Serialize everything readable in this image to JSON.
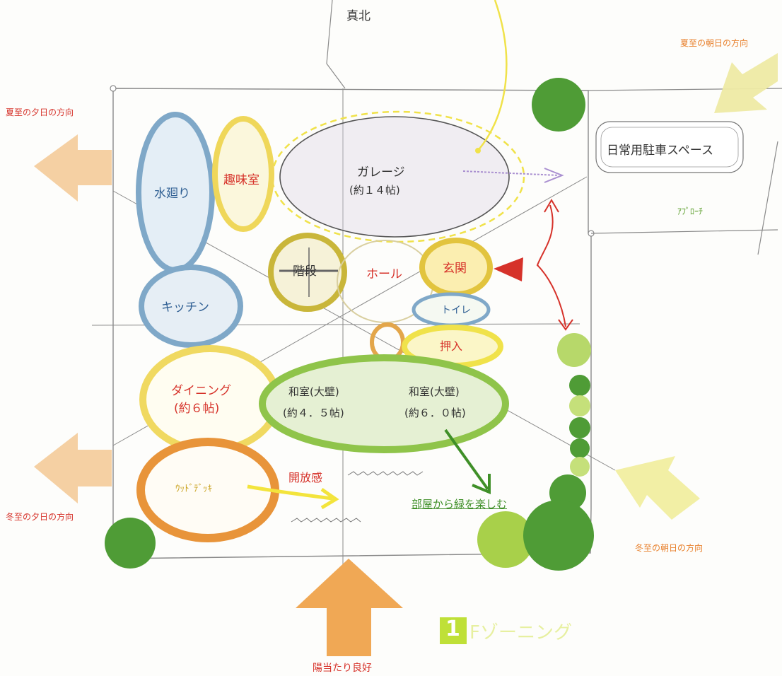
{
  "colors": {
    "blue": "#7fa8c8",
    "yellow": "#f0e24a",
    "olive": "#c9b63a",
    "green": "#8fc44a",
    "dark_green": "#3f8f28",
    "orange": "#e8943a",
    "arrow_orange": "#f3b66a",
    "arrow_yellow": "#f1eea0",
    "red": "#d6322a",
    "line": "#8a8a8a"
  },
  "north": "真北",
  "sun": {
    "summer_sunset": "夏至の夕日の方向",
    "summer_sunrise": "夏至の朝日の方向",
    "winter_sunset": "冬至の夕日の方向",
    "winter_sunrise": "冬至の朝日の方向",
    "sunlight": "陽当たり良好"
  },
  "rooms": {
    "water": "水廻り",
    "hobby": "趣味室",
    "garage": "ガレージ",
    "garage_size": "(約１４帖)",
    "stairs": "階段",
    "hall": "ホール",
    "entrance": "玄関",
    "kitchen": "キッチン",
    "toilet": "トイレ",
    "storage": "押入",
    "dining": "ダイニング",
    "dining_size": "(約６帖)",
    "washitsu1": "和室(大壁)",
    "washitsu1_size": "(約４．５帖)",
    "washitsu2": "和室(大壁)",
    "washitsu2_size": "(約６．０帖)",
    "deck": "ｳｯﾄﾞﾃﾞｯｷ"
  },
  "parking": "日常用駐車スペース",
  "approach": "ｱﾌﾟﾛｰﾁ",
  "notes": {
    "openness": "開放感",
    "green_view": "部屋から緑を楽しむ"
  },
  "title": {
    "number": "1",
    "text": "Fゾーニング"
  }
}
